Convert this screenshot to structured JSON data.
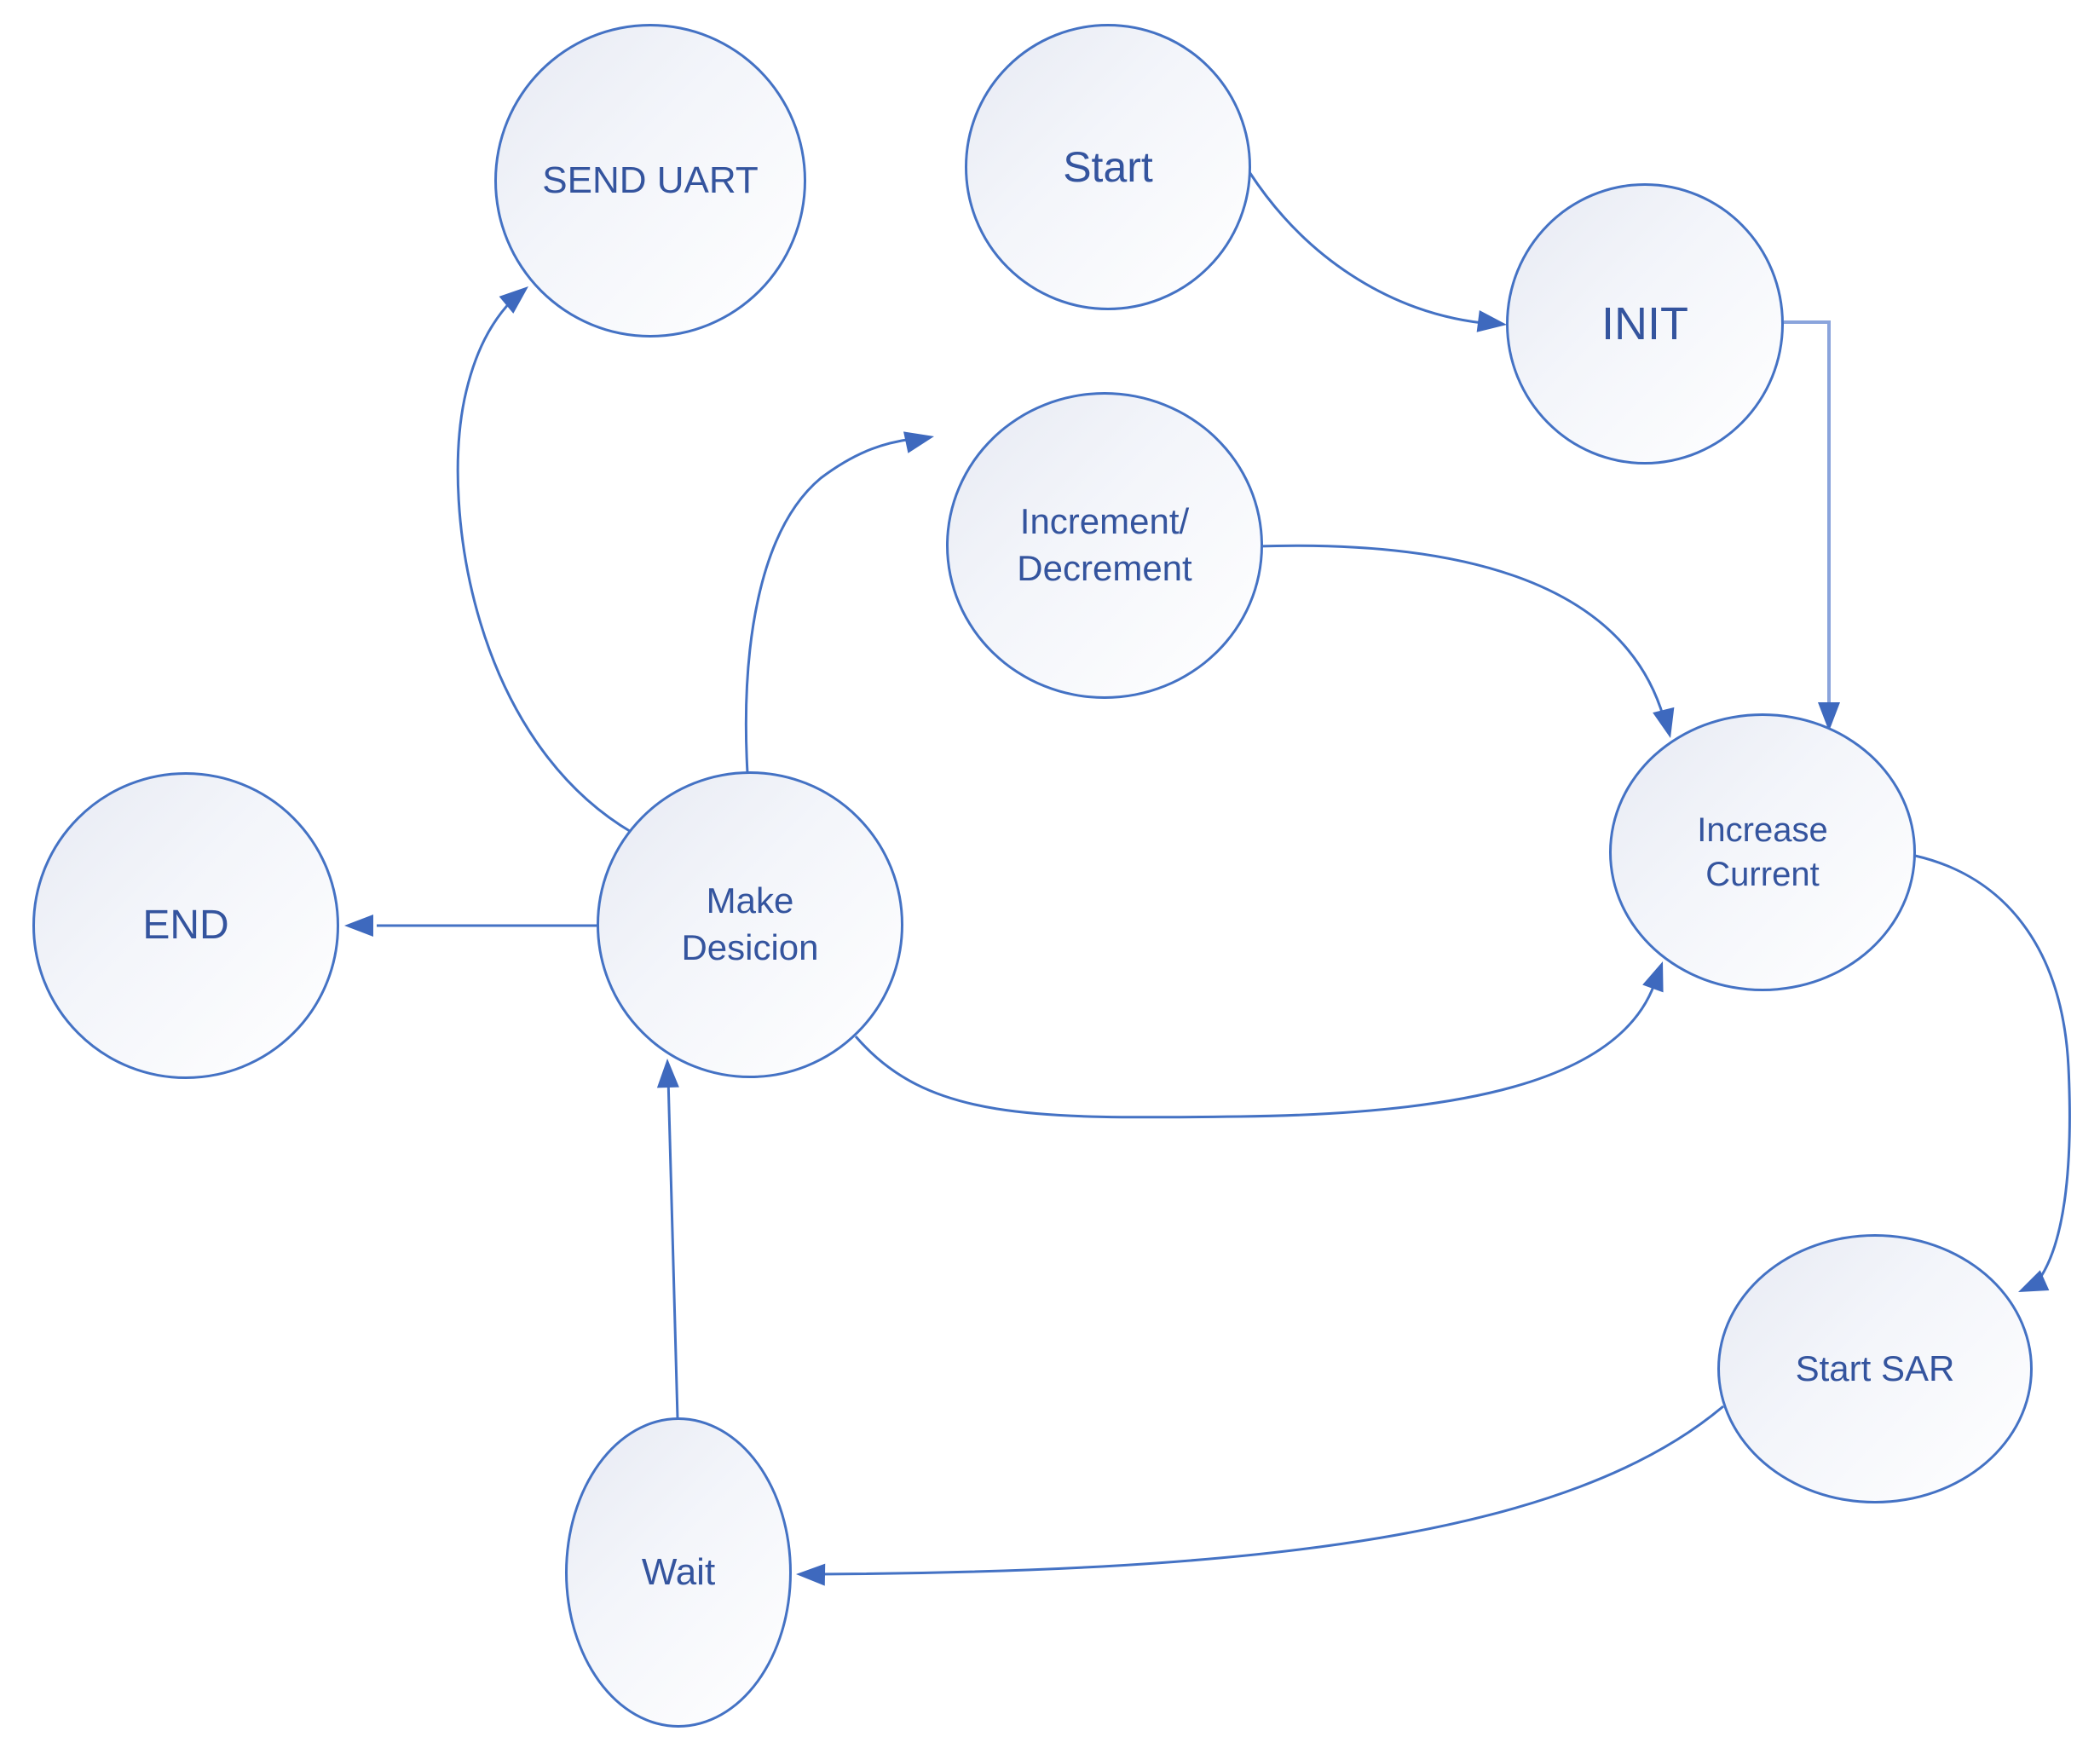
{
  "diagram": {
    "type": "state-flow-diagram",
    "colors": {
      "node_stroke": "#4472C4",
      "edge_stroke": "#4472C4",
      "edge_stroke_light": "#8AA4DC",
      "arrowhead_fill": "#3E69BE",
      "label_text": "#34549e",
      "node_fill_top": "#E7EAF3",
      "node_fill_bottom": "#FFFFFF"
    },
    "nodes": [
      {
        "id": "send-uart",
        "lines": [
          "SEND UART"
        ]
      },
      {
        "id": "start",
        "lines": [
          "Start"
        ]
      },
      {
        "id": "init",
        "lines": [
          "INIT"
        ]
      },
      {
        "id": "increment-decrement",
        "lines": [
          "Increment/",
          "Decrement"
        ]
      },
      {
        "id": "increase-current",
        "lines": [
          "Increase",
          "Current"
        ]
      },
      {
        "id": "make-decision",
        "lines": [
          "Make",
          "Desicion"
        ]
      },
      {
        "id": "end",
        "lines": [
          "END"
        ]
      },
      {
        "id": "start-sar",
        "lines": [
          "Start SAR"
        ]
      },
      {
        "id": "wait",
        "lines": [
          "Wait"
        ]
      }
    ],
    "edges": [
      {
        "from": "Start",
        "to": "INIT"
      },
      {
        "from": "INIT",
        "to": "Increase Current"
      },
      {
        "from": "Increment/Decrement",
        "to": "Increase Current"
      },
      {
        "from": "Make Desicion",
        "to": "SEND UART"
      },
      {
        "from": "Make Desicion",
        "to": "Increment/Decrement"
      },
      {
        "from": "Make Desicion",
        "to": "END"
      },
      {
        "from": "Make Desicion",
        "to": "Increase Current"
      },
      {
        "from": "Wait",
        "to": "Make Desicion"
      },
      {
        "from": "Increase Current",
        "to": "Start SAR"
      },
      {
        "from": "Start SAR",
        "to": "Wait"
      }
    ]
  }
}
